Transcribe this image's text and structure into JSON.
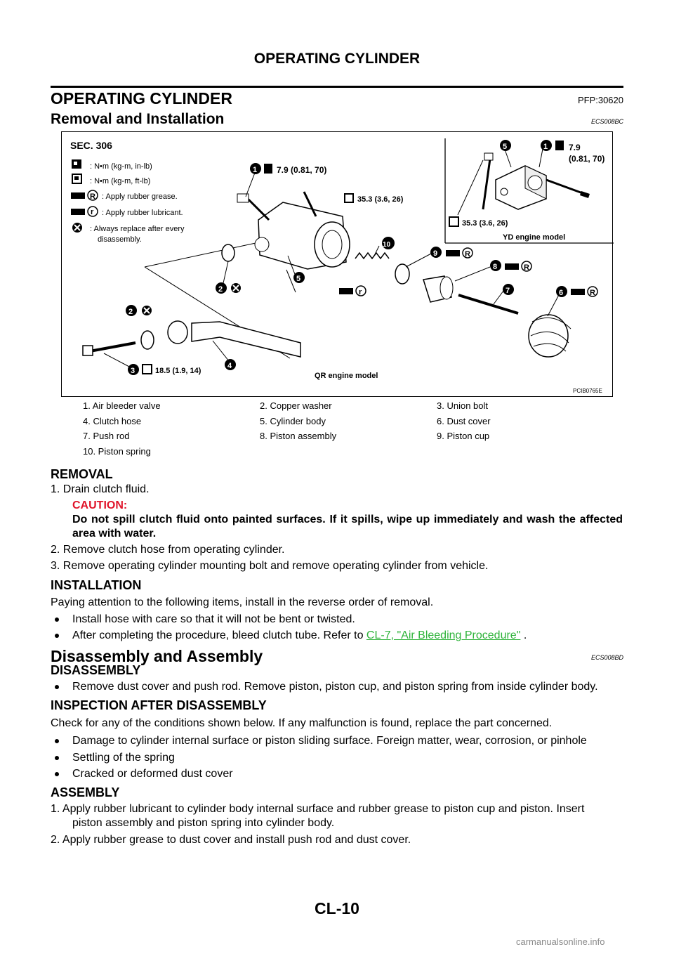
{
  "header": {
    "title": "OPERATING CYLINDER"
  },
  "section1": {
    "title": "OPERATING CYLINDER",
    "code": "PFP:30620"
  },
  "section2": {
    "title": "Removal and Installation",
    "code": "ECS008BC"
  },
  "figure": {
    "sec": "SEC. 306",
    "legend": [
      {
        "icon": "torque-wrench-icon",
        "text": ": N•m  (kg-m,  in-lb)"
      },
      {
        "icon": "open-wrench-icon",
        "text": ": N•m  (kg-m,  ft-lb)"
      },
      {
        "icon": "grease-R-icon",
        "text": ": Apply rubber grease."
      },
      {
        "icon": "lubricant-r-icon",
        "text": ": Apply rubber lubricant."
      },
      {
        "icon": "replace-icon",
        "text": ": Always replace after every"
      },
      {
        "icon": "",
        "text": "disassembly."
      }
    ],
    "callouts": {
      "c1_torque": "7.9 (0.81, 70)",
      "c353": "35.3 (3.6, 26)",
      "c3_torque": "18.5 (1.9, 14)",
      "yd_c1_a": "7.9",
      "yd_c1_b": "(0.81, 70)",
      "yd_353": "35.3 (3.6, 26)",
      "yd_label": "YD engine model",
      "qr_label": "QR engine model",
      "id": "PCIB0765E"
    },
    "numbers": [
      "1",
      "2",
      "3",
      "4",
      "5",
      "6",
      "7",
      "8",
      "9",
      "10"
    ]
  },
  "parts": [
    [
      "1.  Air bleeder valve",
      "2.  Copper washer",
      "3.  Union bolt"
    ],
    [
      "4.  Clutch hose",
      "5.  Cylinder body",
      "6.  Dust cover"
    ],
    [
      "7.  Push rod",
      "8.  Piston assembly",
      "9.  Piston cup"
    ],
    [
      "10.  Piston spring",
      "",
      ""
    ]
  ],
  "removal": {
    "title": "REMOVAL",
    "step1": "1.   Drain clutch fluid.",
    "caution_label": "CAUTION:",
    "caution_text": "Do not spill clutch fluid onto painted surfaces. If it spills, wipe up immediately and wash the affected area with water.",
    "step2": "2.   Remove clutch hose from operating cylinder.",
    "step3": "3.   Remove operating cylinder mounting bolt and remove operating cylinder from vehicle."
  },
  "installation": {
    "title": "INSTALLATION",
    "intro": "Paying attention to the following items, install in the reverse order of removal.",
    "b1": "Install hose with care so that it will not be bent or twisted.",
    "b2_pre": "After completing the procedure, bleed clutch tube. Refer to ",
    "b2_link": "CL-7, \"Air Bleeding Procedure\"",
    "b2_post": " ."
  },
  "section3": {
    "title": "Disassembly and Assembly",
    "code": "ECS008BD"
  },
  "disassembly": {
    "title": "DISASSEMBLY",
    "b1": "Remove dust cover and push rod. Remove piston, piston cup, and piston spring from inside cylinder body."
  },
  "inspection": {
    "title": "INSPECTION AFTER DISASSEMBLY",
    "intro": "Check for any of the conditions shown below. If any malfunction is found, replace the part concerned.",
    "b1": "Damage to cylinder internal surface or piston sliding surface. Foreign matter, wear, corrosion, or pinhole",
    "b2": "Settling of the spring",
    "b3": "Cracked or deformed dust cover"
  },
  "assembly": {
    "title": "ASSEMBLY",
    "s1a": "1.   Apply rubber lubricant to cylinder body internal surface and rubber grease to piston cup and piston. Insert",
    "s1b": "piston assembly and piston spring into cylinder body.",
    "s2": "2.   Apply rubber grease to dust cover and install push rod and dust cover."
  },
  "footer": {
    "page": "CL-10"
  },
  "watermark": "carmanualsonline.info"
}
